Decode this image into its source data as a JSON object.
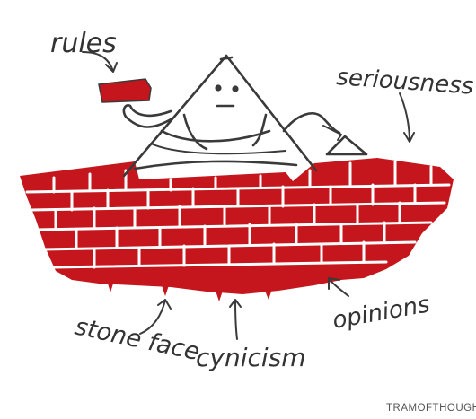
{
  "labels": {
    "rules": "rules",
    "seriousness": "seriousness",
    "opinions": "opinions",
    "stone_face": "stone face",
    "cynicism": "cynicism"
  },
  "credit": "TRAMOFTHOUGHT.ORG",
  "colors": {
    "brick": "#c4161c",
    "ink": "#333333",
    "mortar": "#ffffff"
  }
}
